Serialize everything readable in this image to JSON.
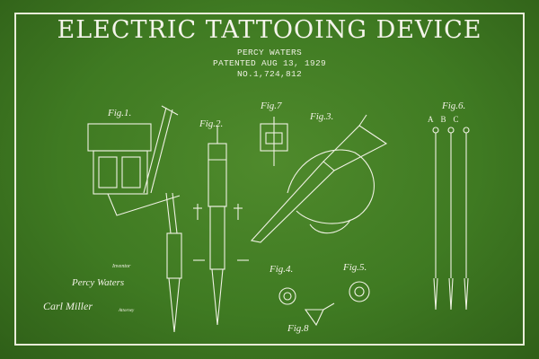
{
  "poster": {
    "title": "ELECTRIC TATTOOING DEVICE",
    "inventor": "PERCY WATERS",
    "patented": "PATENTED AUG 13, 1929",
    "number": "NO.1,724,812",
    "background_color": "#3f7a22",
    "line_color": "#f0f2e4"
  },
  "figures": [
    "Fig.1.",
    "Fig.2.",
    "Fig.7",
    "Fig.3.",
    "Fig.6.",
    "Fig.4.",
    "Fig.5.",
    "Fig.8"
  ],
  "fig6_labels": [
    "A",
    "B",
    "C"
  ],
  "signatures": {
    "inventor_caption": "Inventor",
    "inventor_name": "Percy Waters",
    "attorney_name": "Carl Miller",
    "attorney_caption": "Attorney"
  }
}
